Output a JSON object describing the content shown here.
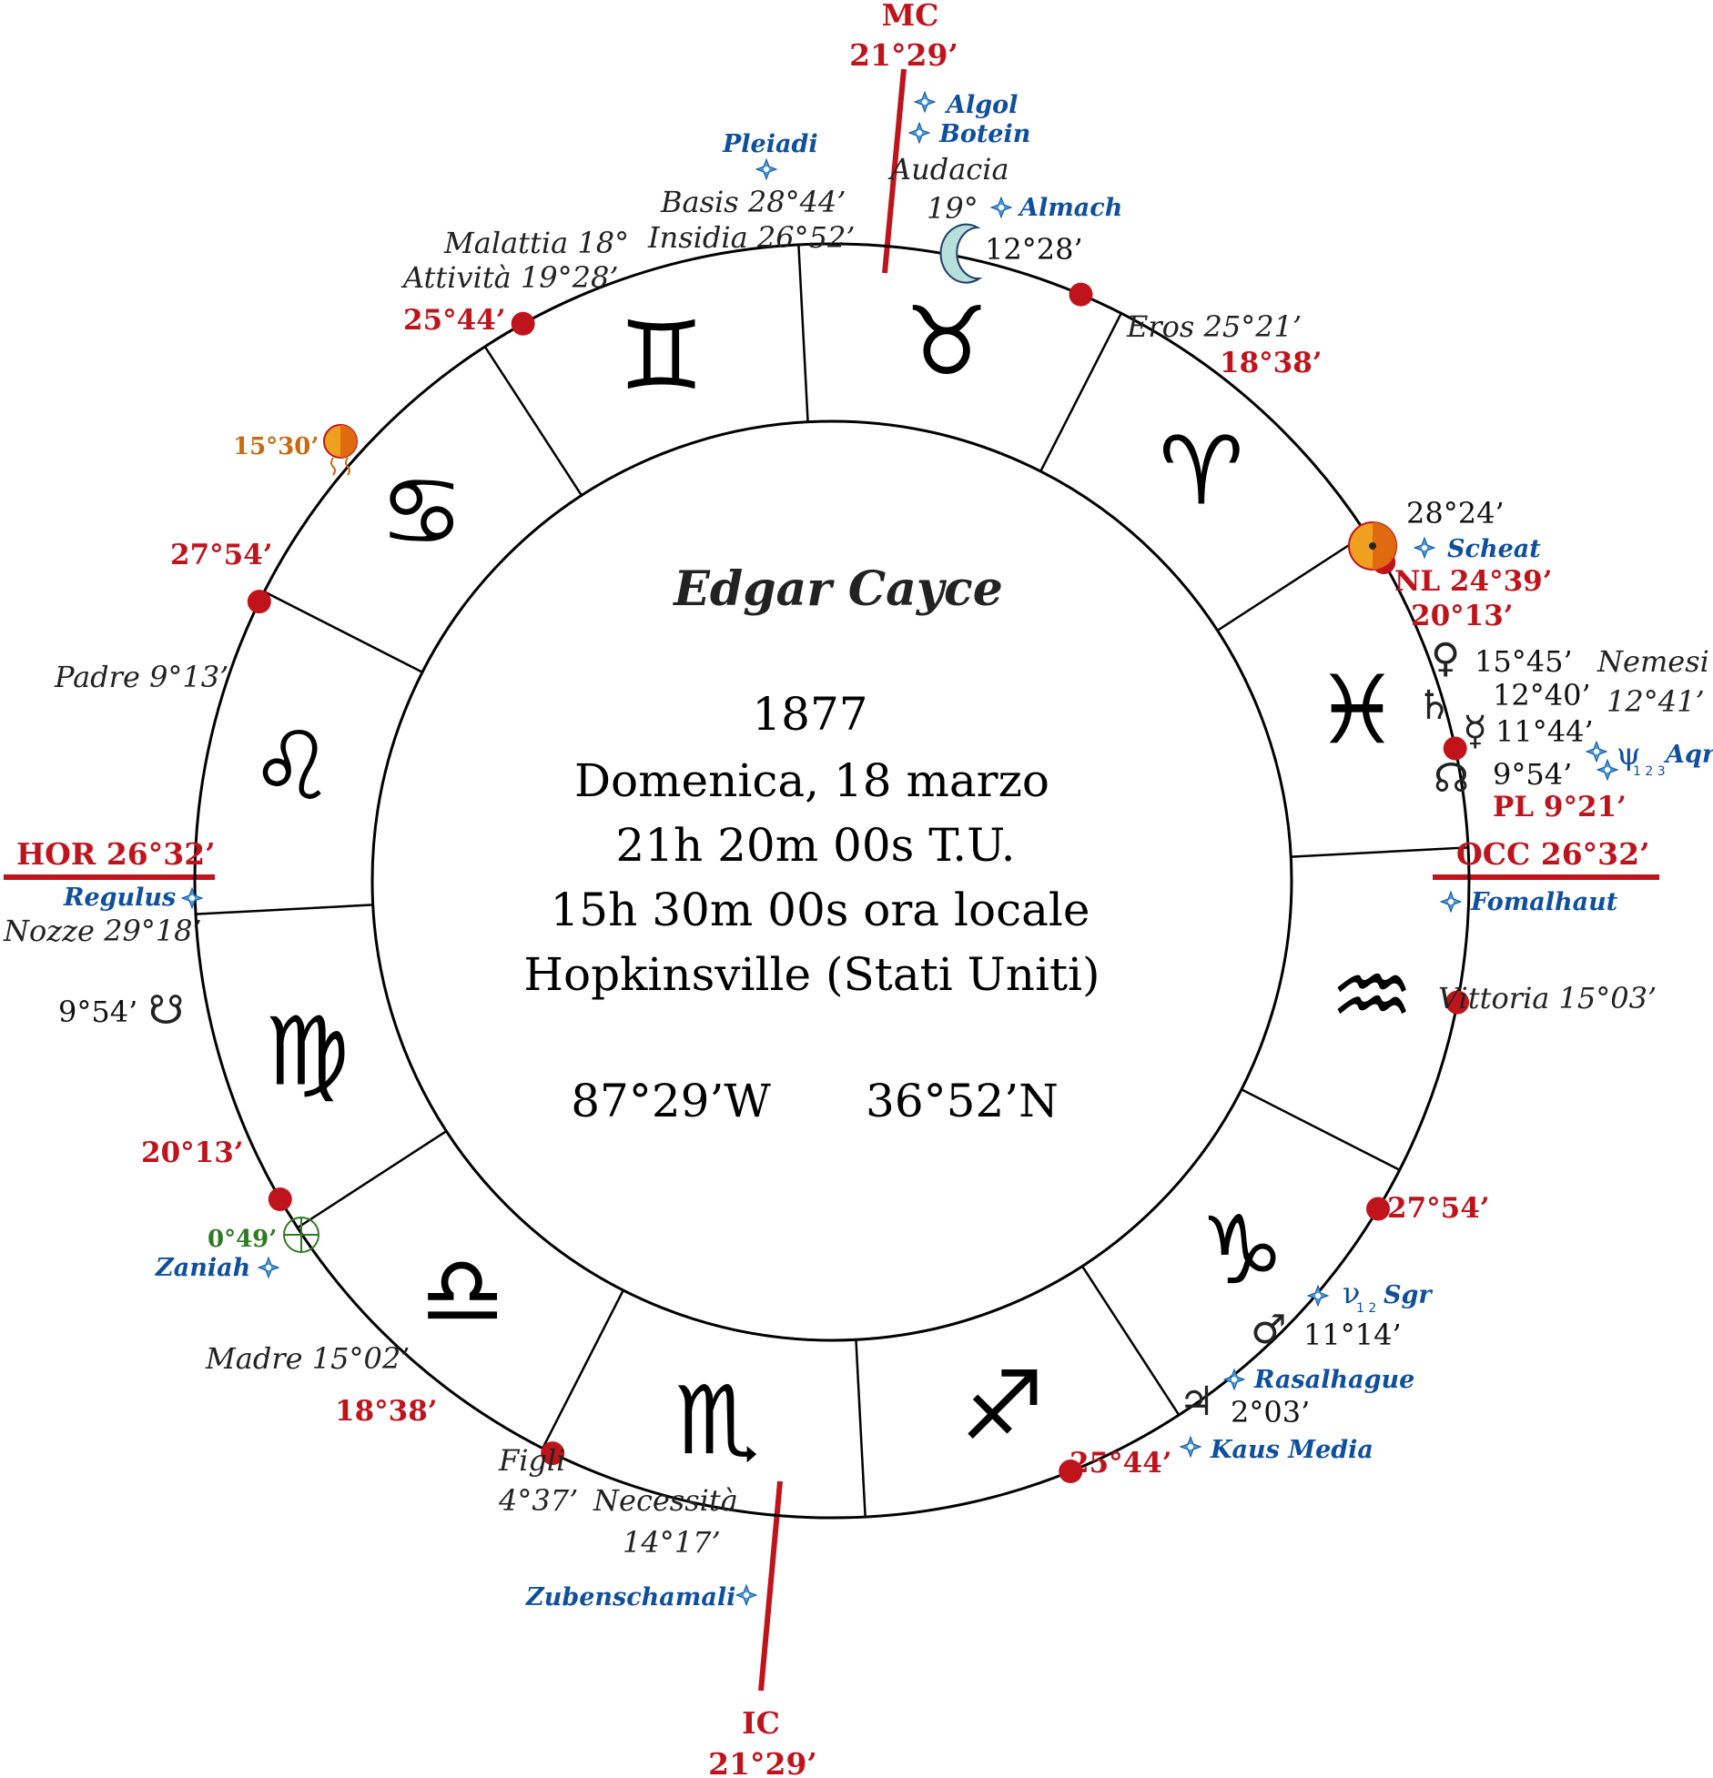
{
  "title": "Edgar Cayce",
  "birth": {
    "year": "1877",
    "date": "Domenica, 18 marzo",
    "time_ut": "21h 20m 00s T.U.",
    "time_local": "15h 30m 00s ora locale",
    "place": "Hopkinsville (Stati Uniti)",
    "longitude": "87°29’W",
    "latitude": "36°52’N"
  },
  "axes": {
    "mc": {
      "label": "MC",
      "degree": "21°29’"
    },
    "ic": {
      "label": "IC",
      "degree": "21°29’"
    },
    "hor": "HOR 26°32’",
    "occ": "OCC 26°32’"
  },
  "cusps": [
    "25°44’",
    "18°38’",
    "20°13’",
    "27°54’",
    "25°44’",
    "18°38’",
    "20°13’",
    "27°54’"
  ],
  "nodes": {
    "nl": "NL 24°39’",
    "pl": "PL 9°21’"
  },
  "signs": [
    "taurus",
    "aries",
    "pisces",
    "aquarius",
    "capricorn",
    "sagittarius",
    "scorpio",
    "libra",
    "virgo",
    "leo",
    "cancer",
    "gemini"
  ],
  "arabic_parts": {
    "basis": "Basis 28°44’",
    "insidia": "Insidia 26°52’",
    "malattia": "Malattia 18°",
    "attivita": "Attività 19°28’",
    "audacia": "Audacia",
    "audacia_degree": "19°",
    "eros": "Eros 25°21’",
    "nemesi": "Nemesi",
    "nemesi_degree": "12°41’",
    "padre": "Padre 9°13’",
    "nozze": "Nozze 29°18’",
    "vittoria": "Vittoria  15°03’",
    "madre": "Madre 15°02’",
    "figli": "Figli",
    "figli_degree": "4°37’",
    "necessita": "Necessità",
    "necessita_degree": "14°17’"
  },
  "fixed_stars": {
    "algol": "Algol",
    "botein": "Botein",
    "pleiadi": "Pleiadi",
    "almach": "Almach",
    "scheat": "Scheat",
    "aqr": "Aqr",
    "regulus": "Regulus",
    "fomalhaut": "Fomalhaut",
    "sgr": "Sgr",
    "rasalhague": "Rasalhague",
    "kaus_media": "Kaus Media",
    "zaniah": "Zaniah",
    "zubenschamali": "Zubenschamali"
  },
  "star_groups": {
    "psi_aqr": "ψ",
    "psi_subs": "1 2 3",
    "nu_sgr": "ν",
    "nu_subs": "1 2"
  },
  "planets": {
    "moon": "12°28’",
    "sun": "28°24’",
    "venus": "15°45’",
    "saturn": "12°40’",
    "mercury": "11°44’",
    "north_node": "9°54’",
    "south_node": "9°54’",
    "mars": "11°14’",
    "jupiter": "2°03’",
    "eclipse_point": "15°30’",
    "part_of_fortune": "0°49’"
  },
  "colors": {
    "axis_red": "#c0141c",
    "star_blue": "#0e4f9e",
    "eclipse_orange": "#c96a12",
    "fortune_green": "#2f7a22"
  }
}
